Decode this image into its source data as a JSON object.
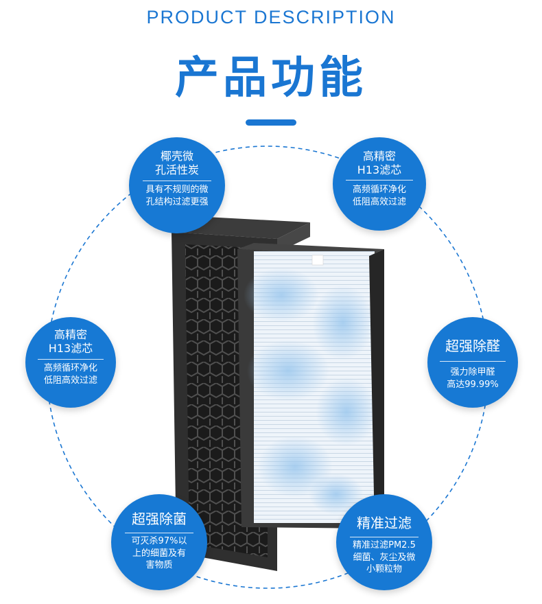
{
  "header": {
    "title_en": "PRODUCT DESCRIPTION",
    "title_cn": "产品功能"
  },
  "colors": {
    "brand_blue": "#1779d4",
    "dash": "#1a76d2"
  },
  "features": [
    {
      "title": "椰壳微\n孔活性炭",
      "desc": "具有不规则的微\n孔结构过滤更强"
    },
    {
      "title": "高精密\nH13滤芯",
      "desc": "高频循环净化\n低阻高效过滤"
    },
    {
      "title": "高精密\nH13滤芯",
      "desc": "高频循环净化\n低阻高效过滤"
    },
    {
      "title": "超强除醛",
      "desc": "强力除甲醛\n高达99.99%"
    },
    {
      "title": "超强除菌",
      "desc": "可灭杀97%以\n上的细菌及有\n害物质"
    },
    {
      "title": "精准过滤",
      "desc": "精准过滤PM2.5\n细菌、灰尘及微\n小颗粒物"
    }
  ]
}
